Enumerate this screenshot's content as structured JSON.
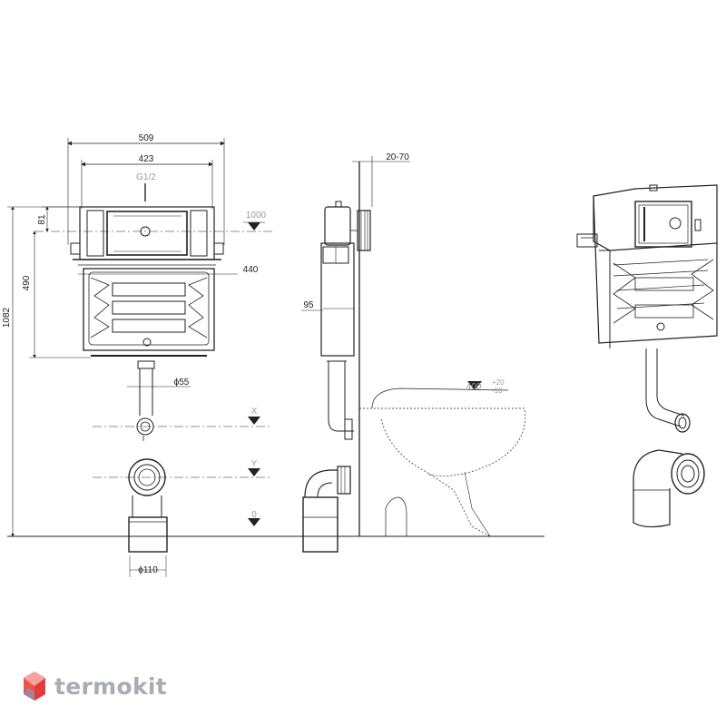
{
  "dimensions": {
    "width_outer": "509",
    "width_inner": "423",
    "inlet": "G1/2",
    "top_offset": "81",
    "level_top": "1000",
    "frame_width": "440",
    "height_tank": "490",
    "height_total": "1082",
    "depth": "95",
    "wall_gap": "20-70",
    "flush_pipe": "ϕ55",
    "outlet_pipe": "ϕ110",
    "level_x": "X",
    "level_y": "Y",
    "level_zero": "0",
    "bowl_height": "400",
    "bowl_tol_plus": "+20",
    "bowl_tol_minus": "-10"
  },
  "brand": {
    "name": "termokit",
    "logo_color": "#f0524a",
    "logo_color_2": "#6aa6e8",
    "text_color": "#a9acb3"
  }
}
